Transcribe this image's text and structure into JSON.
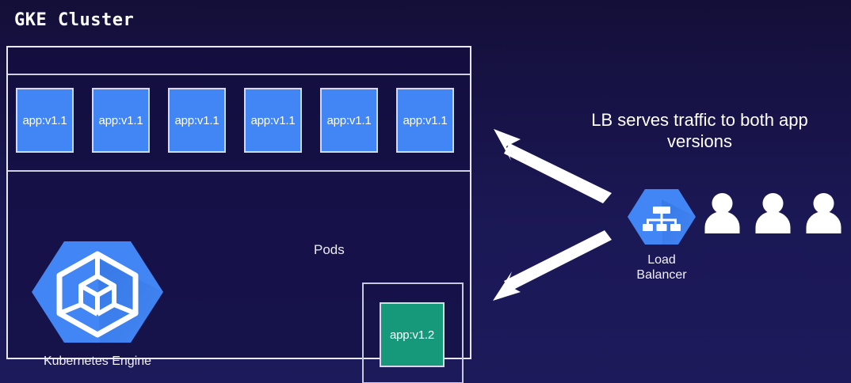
{
  "page": {
    "title": "GKE Cluster",
    "background_color": "#1b1856",
    "accent_blue": "#4285f4",
    "accent_green": "#16997a",
    "border_color": "#e8e8f2",
    "arrow_color": "#ffffff"
  },
  "cluster": {
    "label": "GKE Cluster",
    "pods_label": "Pods",
    "pods_v1": [
      {
        "label": "app:v1.1"
      },
      {
        "label": "app:v1.1"
      },
      {
        "label": "app:v1.1"
      },
      {
        "label": "app:v1.1"
      },
      {
        "label": "app:v1.1"
      },
      {
        "label": "app:v1.1"
      }
    ],
    "pod_v2": {
      "label": "app:v1.2"
    },
    "gke_logo": {
      "caption": "Kubernetes Engine",
      "icon": "kubernetes-engine-hexagon-icon"
    }
  },
  "traffic": {
    "note": "LB serves traffic to both app versions",
    "load_balancer": {
      "caption_line1": "Load",
      "caption_line2": "Balancer",
      "icon": "load-balancer-hexagon-icon"
    },
    "users": [
      {
        "icon": "user-icon"
      },
      {
        "icon": "user-icon"
      },
      {
        "icon": "user-icon"
      }
    ],
    "arrows": [
      {
        "name": "arrow-to-v1-pods",
        "direction": "up-left"
      },
      {
        "name": "arrow-to-v2-pod",
        "direction": "down-left"
      }
    ]
  }
}
